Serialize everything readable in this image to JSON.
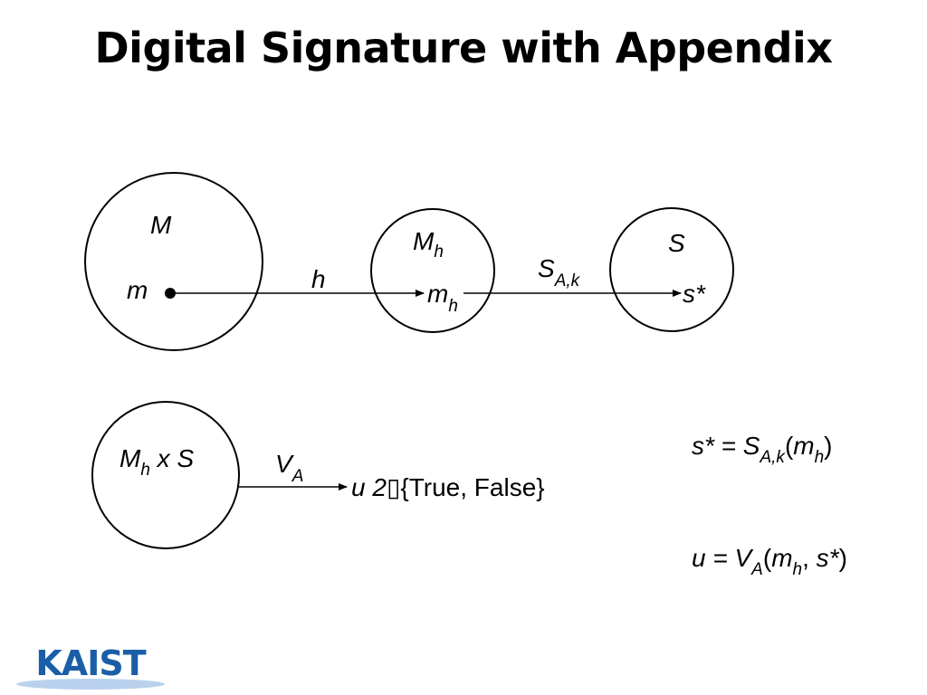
{
  "title": "Digital Signature with Appendix",
  "logo_text": "KAIST",
  "diagram": {
    "set_M": "M",
    "elem_m": "m",
    "set_Mh_base": "M",
    "set_Mh_sub": "h",
    "elem_mh_base": "m",
    "elem_mh_sub": "h",
    "set_S": "S",
    "elem_s": "s*",
    "arrow_h": "h",
    "arrow_S_base": "S",
    "arrow_S_sub": "A,k",
    "verify_set_base": "M",
    "verify_set_sub": "h",
    "verify_set_rest": " x S",
    "arrow_V_base": "V",
    "arrow_V_sub": "A",
    "result_u": "u 2",
    "result_glyph": "▯",
    "result_set": "{True, False}",
    "eq1_lhs": "s* = S",
    "eq1_sub": "A,k",
    "eq1_open": "(",
    "eq1_arg": "m",
    "eq1_arg_sub": "h",
    "eq1_close": ")",
    "eq2_lhs": "u = V",
    "eq2_sub": "A",
    "eq2_open": "(",
    "eq2_arg1": "m",
    "eq2_arg1_sub": "h",
    "eq2_comma": ", ",
    "eq2_arg2": "s*",
    "eq2_close": ")"
  },
  "colors": {
    "logo_blue": "#1a5ea8",
    "logo_swoosh": "#b9d1ec"
  }
}
